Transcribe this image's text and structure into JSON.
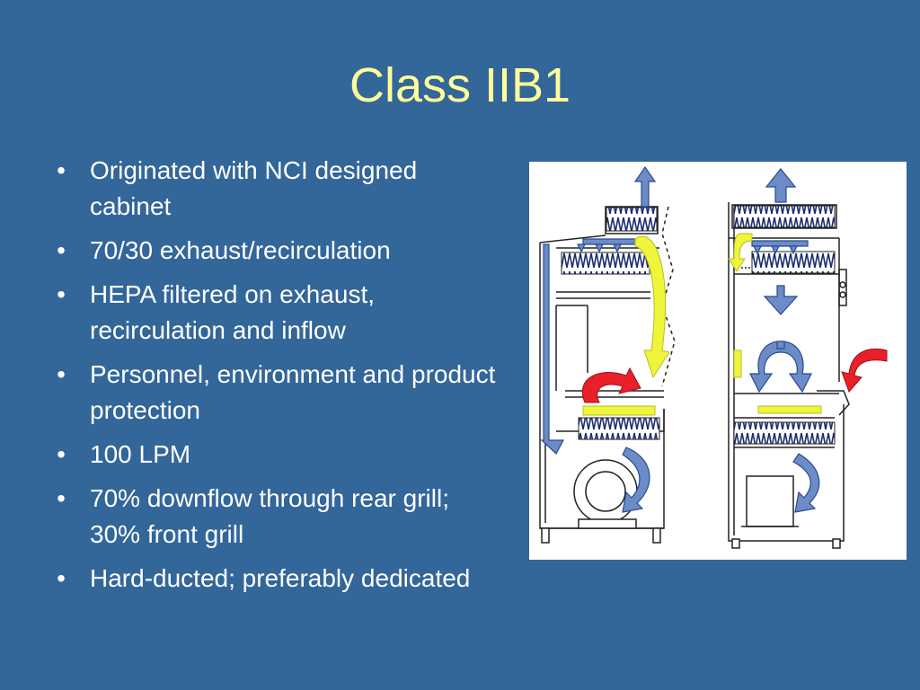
{
  "slide": {
    "title": "Class IIB1",
    "bullets": [
      {
        "text": "Originated with NCI designed cabinet"
      },
      {
        "text": "70/30 exhaust/recirculation"
      },
      {
        "text": "HEPA filtered on exhaust, recirculation and inflow"
      },
      {
        "text": "Personnel, environment and product protection"
      },
      {
        "text": "100 LPM"
      },
      {
        "text": "70% downflow through rear grill; 30% front grill"
      },
      {
        "text": "Hard-ducted; preferably dedicated"
      }
    ],
    "bullet_glyph": "•"
  },
  "theme": {
    "background": "#336699",
    "title_color": "#ffff99",
    "text_color": "#ffffff",
    "arrow_blue": "#6b8cc6",
    "arrow_yellow": "#eef53a",
    "arrow_red": "#e8202a"
  }
}
